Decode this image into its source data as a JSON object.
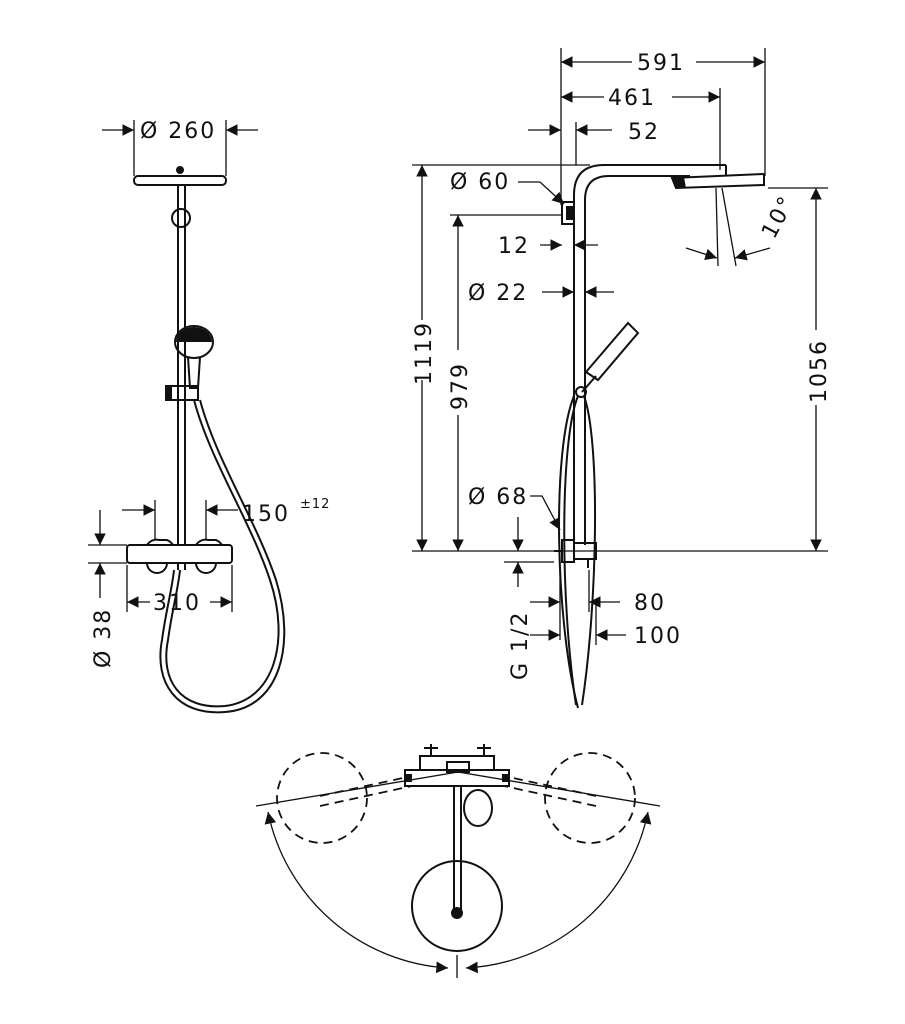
{
  "drawing": {
    "front_view": {
      "head_diameter": "Ø 260",
      "hand_shower_offset": "150",
      "hand_shower_tolerance": "±12",
      "mixer_width": "310",
      "pipe_diameter_bottom": "Ø 38"
    },
    "side_view": {
      "total_projection": "591",
      "arm_projection": "461",
      "wall_offset": "52",
      "wall_mount_diameter": "Ø 60",
      "mount_depth": "12",
      "pipe_diameter": "Ø 22",
      "total_height": "1119",
      "arm_height": "979",
      "head_height": "1056",
      "tilt_angle": "10°",
      "mixer_diameter": "Ø 68",
      "connection_thread": "G 1/2",
      "mixer_depth_min": "80",
      "mixer_depth_max": "100"
    }
  },
  "colors": {
    "line": "#111111",
    "background": "#ffffff"
  }
}
